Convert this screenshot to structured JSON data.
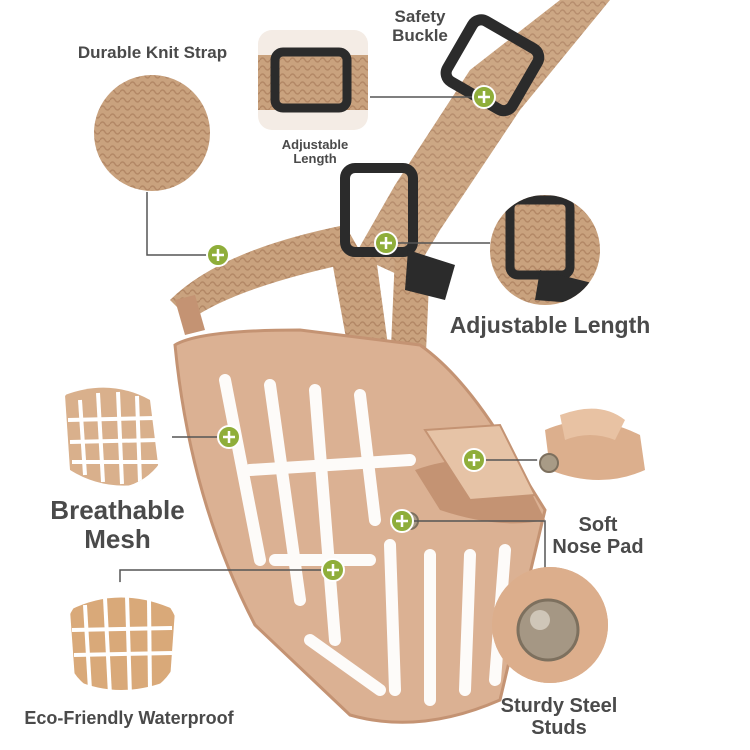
{
  "labels": {
    "safety_buckle": [
      "Safety",
      "Buckle"
    ],
    "durable_knit_strap": "Durable Knit Strap",
    "adjustable_length_small": [
      "Adjustable",
      "Length"
    ],
    "adjustable_length_large": "Adjustable Length",
    "breathable_mesh": [
      "Breathable",
      "Mesh"
    ],
    "soft_nose_pad": [
      "Soft",
      "Nose Pad"
    ],
    "eco_friendly_waterproof": "Eco-Friendly Waterproof",
    "sturdy_steel_studs": [
      "Sturdy Steel",
      "Studs"
    ]
  },
  "colors": {
    "strap": "#c9a27e",
    "strap_dark": "#b38866",
    "muzzle": "#dbb193",
    "muzzle_shadow": "#c49373",
    "buckle": "#2b2b2b",
    "marker": "#8fae3a",
    "label_text": "#4a4a4a",
    "stud": "#a89b86"
  }
}
